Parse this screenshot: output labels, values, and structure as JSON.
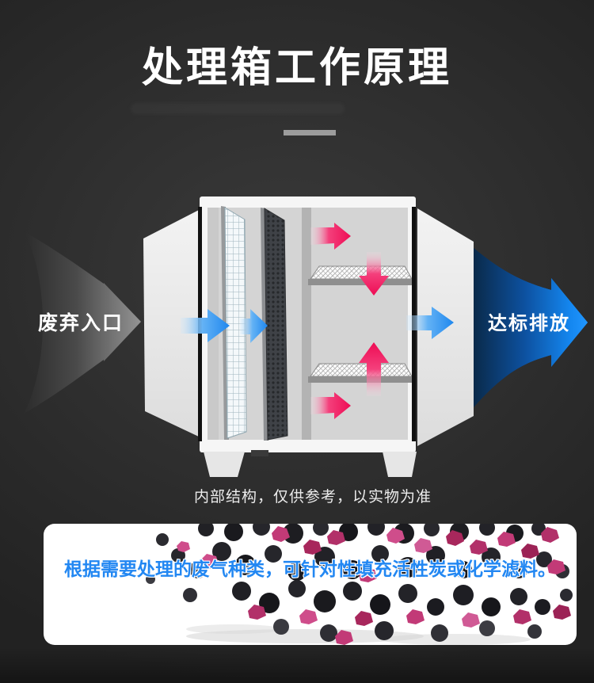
{
  "header": {
    "title": "处理箱工作原理"
  },
  "diagram": {
    "inlet_label": "废弃入口",
    "outlet_label": "达标排放",
    "caption": "内部结构，仅供参考，以实物为准"
  },
  "footer_card": {
    "note": "根据需要处理的废气种类，可针对性填充活性炭或化学滤料。"
  },
  "colors": {
    "background": "#2d2d2d",
    "title_text": "#ffffff",
    "inlet_arrow_gray": "#8f8f8f",
    "duct_panel": "#ededed",
    "box_shell": "#f6f6f6",
    "box_interior": "#d4d4d4",
    "pink_arrow": "#ee0c54",
    "blue_arrow": "#2a92f0",
    "outlet_blue_dark": "#0a2a4a",
    "outlet_blue_bright": "#2196ff",
    "note_blue": "#2287f2",
    "carbon_black": "#1d1d21",
    "media_magenta": "#c23a77"
  }
}
